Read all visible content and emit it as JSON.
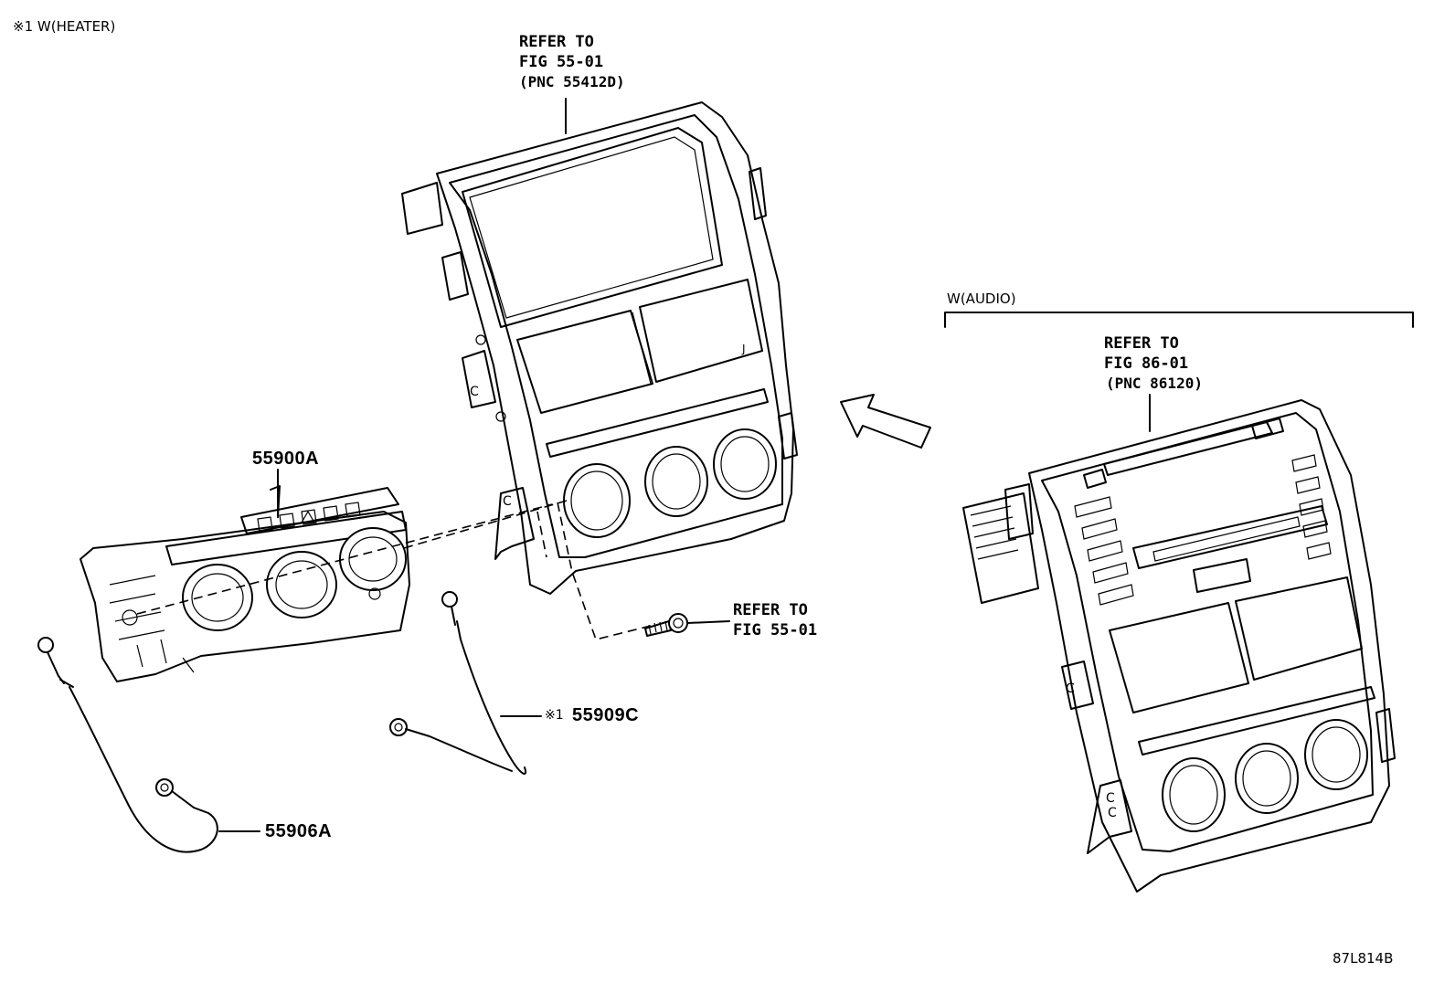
{
  "notes": {
    "heater_note": "※1 W(HEATER)",
    "audio_variant": "W(AUDIO)"
  },
  "references": {
    "panel_ref": [
      "REFER TO",
      "FIG 55-01",
      "(PNC 55412D)"
    ],
    "screw_ref": [
      "REFER TO",
      "FIG 55-01"
    ],
    "audio_ref": [
      "REFER TO",
      "FIG 86-01",
      "(PNC 86120)"
    ]
  },
  "parts": {
    "control_assembly": "55900A",
    "cable_a": "55906A",
    "cable_c_prefix": "※1",
    "cable_c": "55909C"
  },
  "drawing_code": "87L814B"
}
